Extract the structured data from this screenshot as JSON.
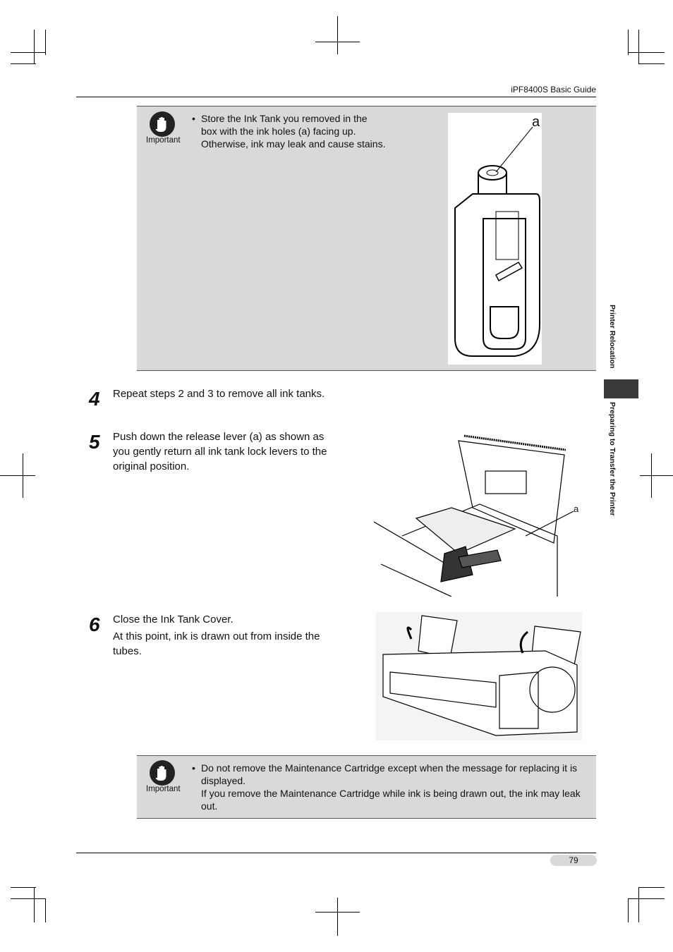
{
  "header": {
    "guide_title": "iPF8400S Basic Guide"
  },
  "side_nav": {
    "chapter": "Printer Relocation",
    "section": "Preparing to Transfer the Printer"
  },
  "note1": {
    "label": "Important",
    "text": "Store the Ink Tank you removed in the box with the ink holes (a) facing up. Otherwise, ink may leak and cause stains.",
    "lines": [
      "Store the Ink Tank you removed in the",
      "box with the ink holes (a) facing up.",
      "Otherwise, ink may leak and cause stains."
    ],
    "figure_label": "a"
  },
  "steps": [
    {
      "number": "4",
      "text": "Repeat steps 2 and 3 to remove all ink tanks."
    },
    {
      "number": "5",
      "lines": [
        "Push down the release lever (a) as shown as",
        "you gently return all ink tank lock levers to the",
        "original position."
      ],
      "figure_label": "a"
    },
    {
      "number": "6",
      "text": "Close the Ink Tank Cover.",
      "lines": [
        "At this point, ink is drawn out from inside the",
        "tubes."
      ]
    }
  ],
  "note2": {
    "label": "Important",
    "lines": [
      "Do not remove the Maintenance Cartridge except when the message for replacing it is",
      "displayed.",
      "If you remove the Maintenance Cartridge while ink is being drawn out, the ink may leak",
      "out."
    ]
  },
  "footer": {
    "page_number": "79"
  }
}
